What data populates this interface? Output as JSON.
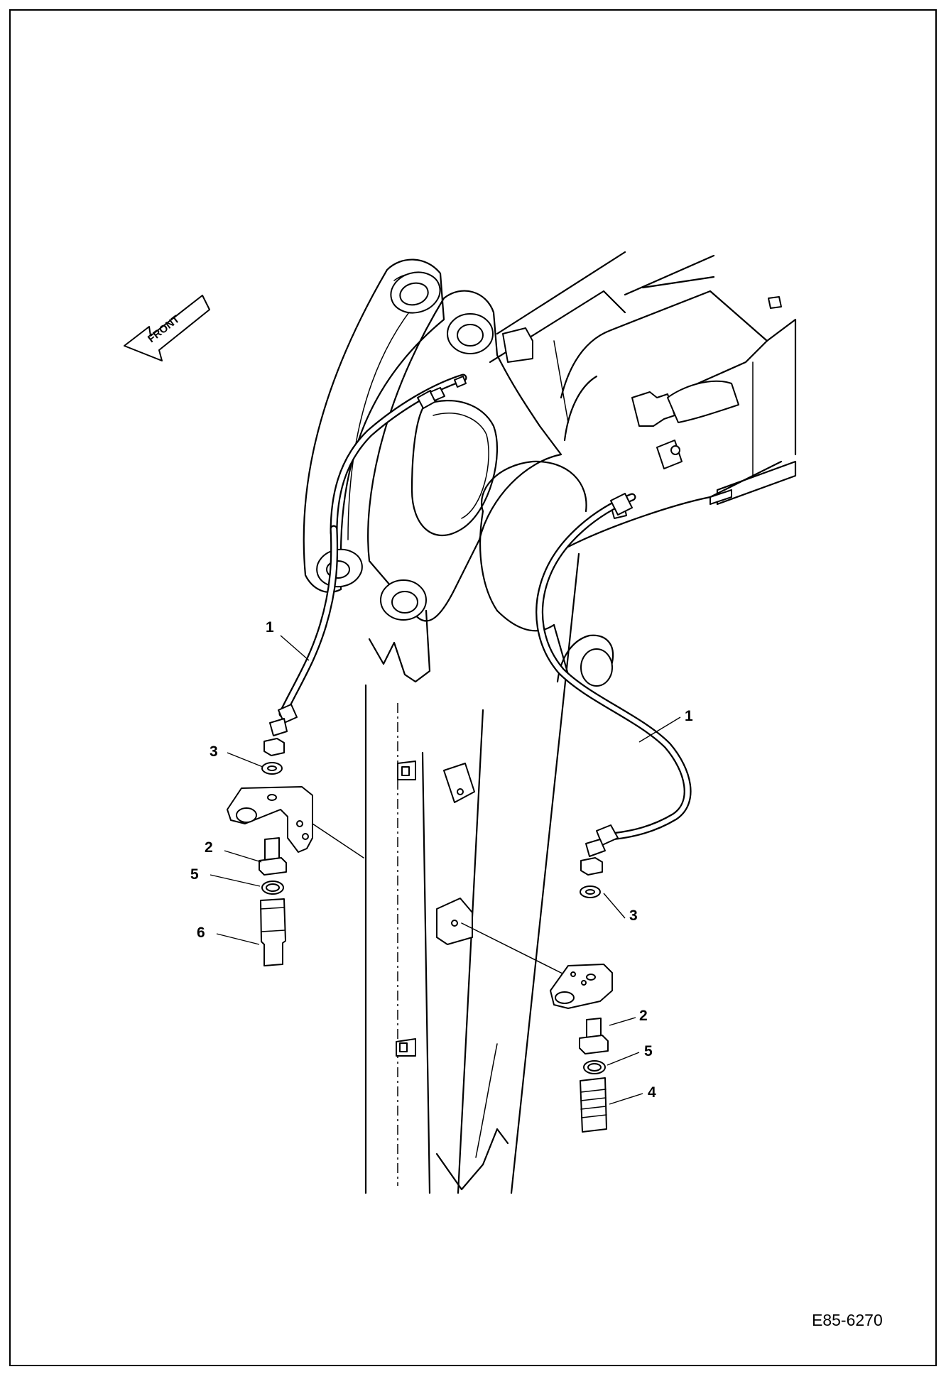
{
  "diagram": {
    "document_id": "E85-6270",
    "direction_label": "FRONT",
    "callouts": [
      {
        "id": "left-hose",
        "number": "1"
      },
      {
        "id": "right-hose",
        "number": "1"
      },
      {
        "id": "left-adapter",
        "number": "2"
      },
      {
        "id": "right-adapter",
        "number": "2"
      },
      {
        "id": "left-nut",
        "number": "3"
      },
      {
        "id": "right-nut",
        "number": "3"
      },
      {
        "id": "right-coupler",
        "number": "4"
      },
      {
        "id": "left-oring",
        "number": "5"
      },
      {
        "id": "right-oring",
        "number": "5"
      },
      {
        "id": "left-coupler",
        "number": "6"
      }
    ]
  }
}
